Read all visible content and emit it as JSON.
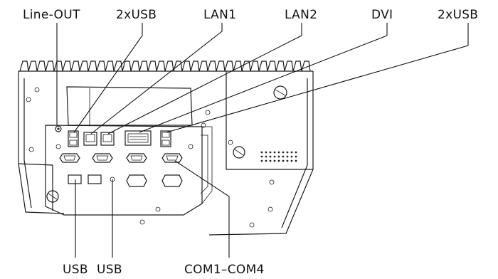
{
  "diagram": {
    "labels_top": {
      "line_out": "Line-OUT",
      "usb_a": "2xUSB",
      "lan1": "LAN1",
      "lan2": "LAN2",
      "dvi": "DVI",
      "usb_b": "2xUSB"
    },
    "labels_bottom": {
      "usb_1": "USB",
      "usb_2": "USB",
      "com": "COM1–COM4"
    }
  }
}
